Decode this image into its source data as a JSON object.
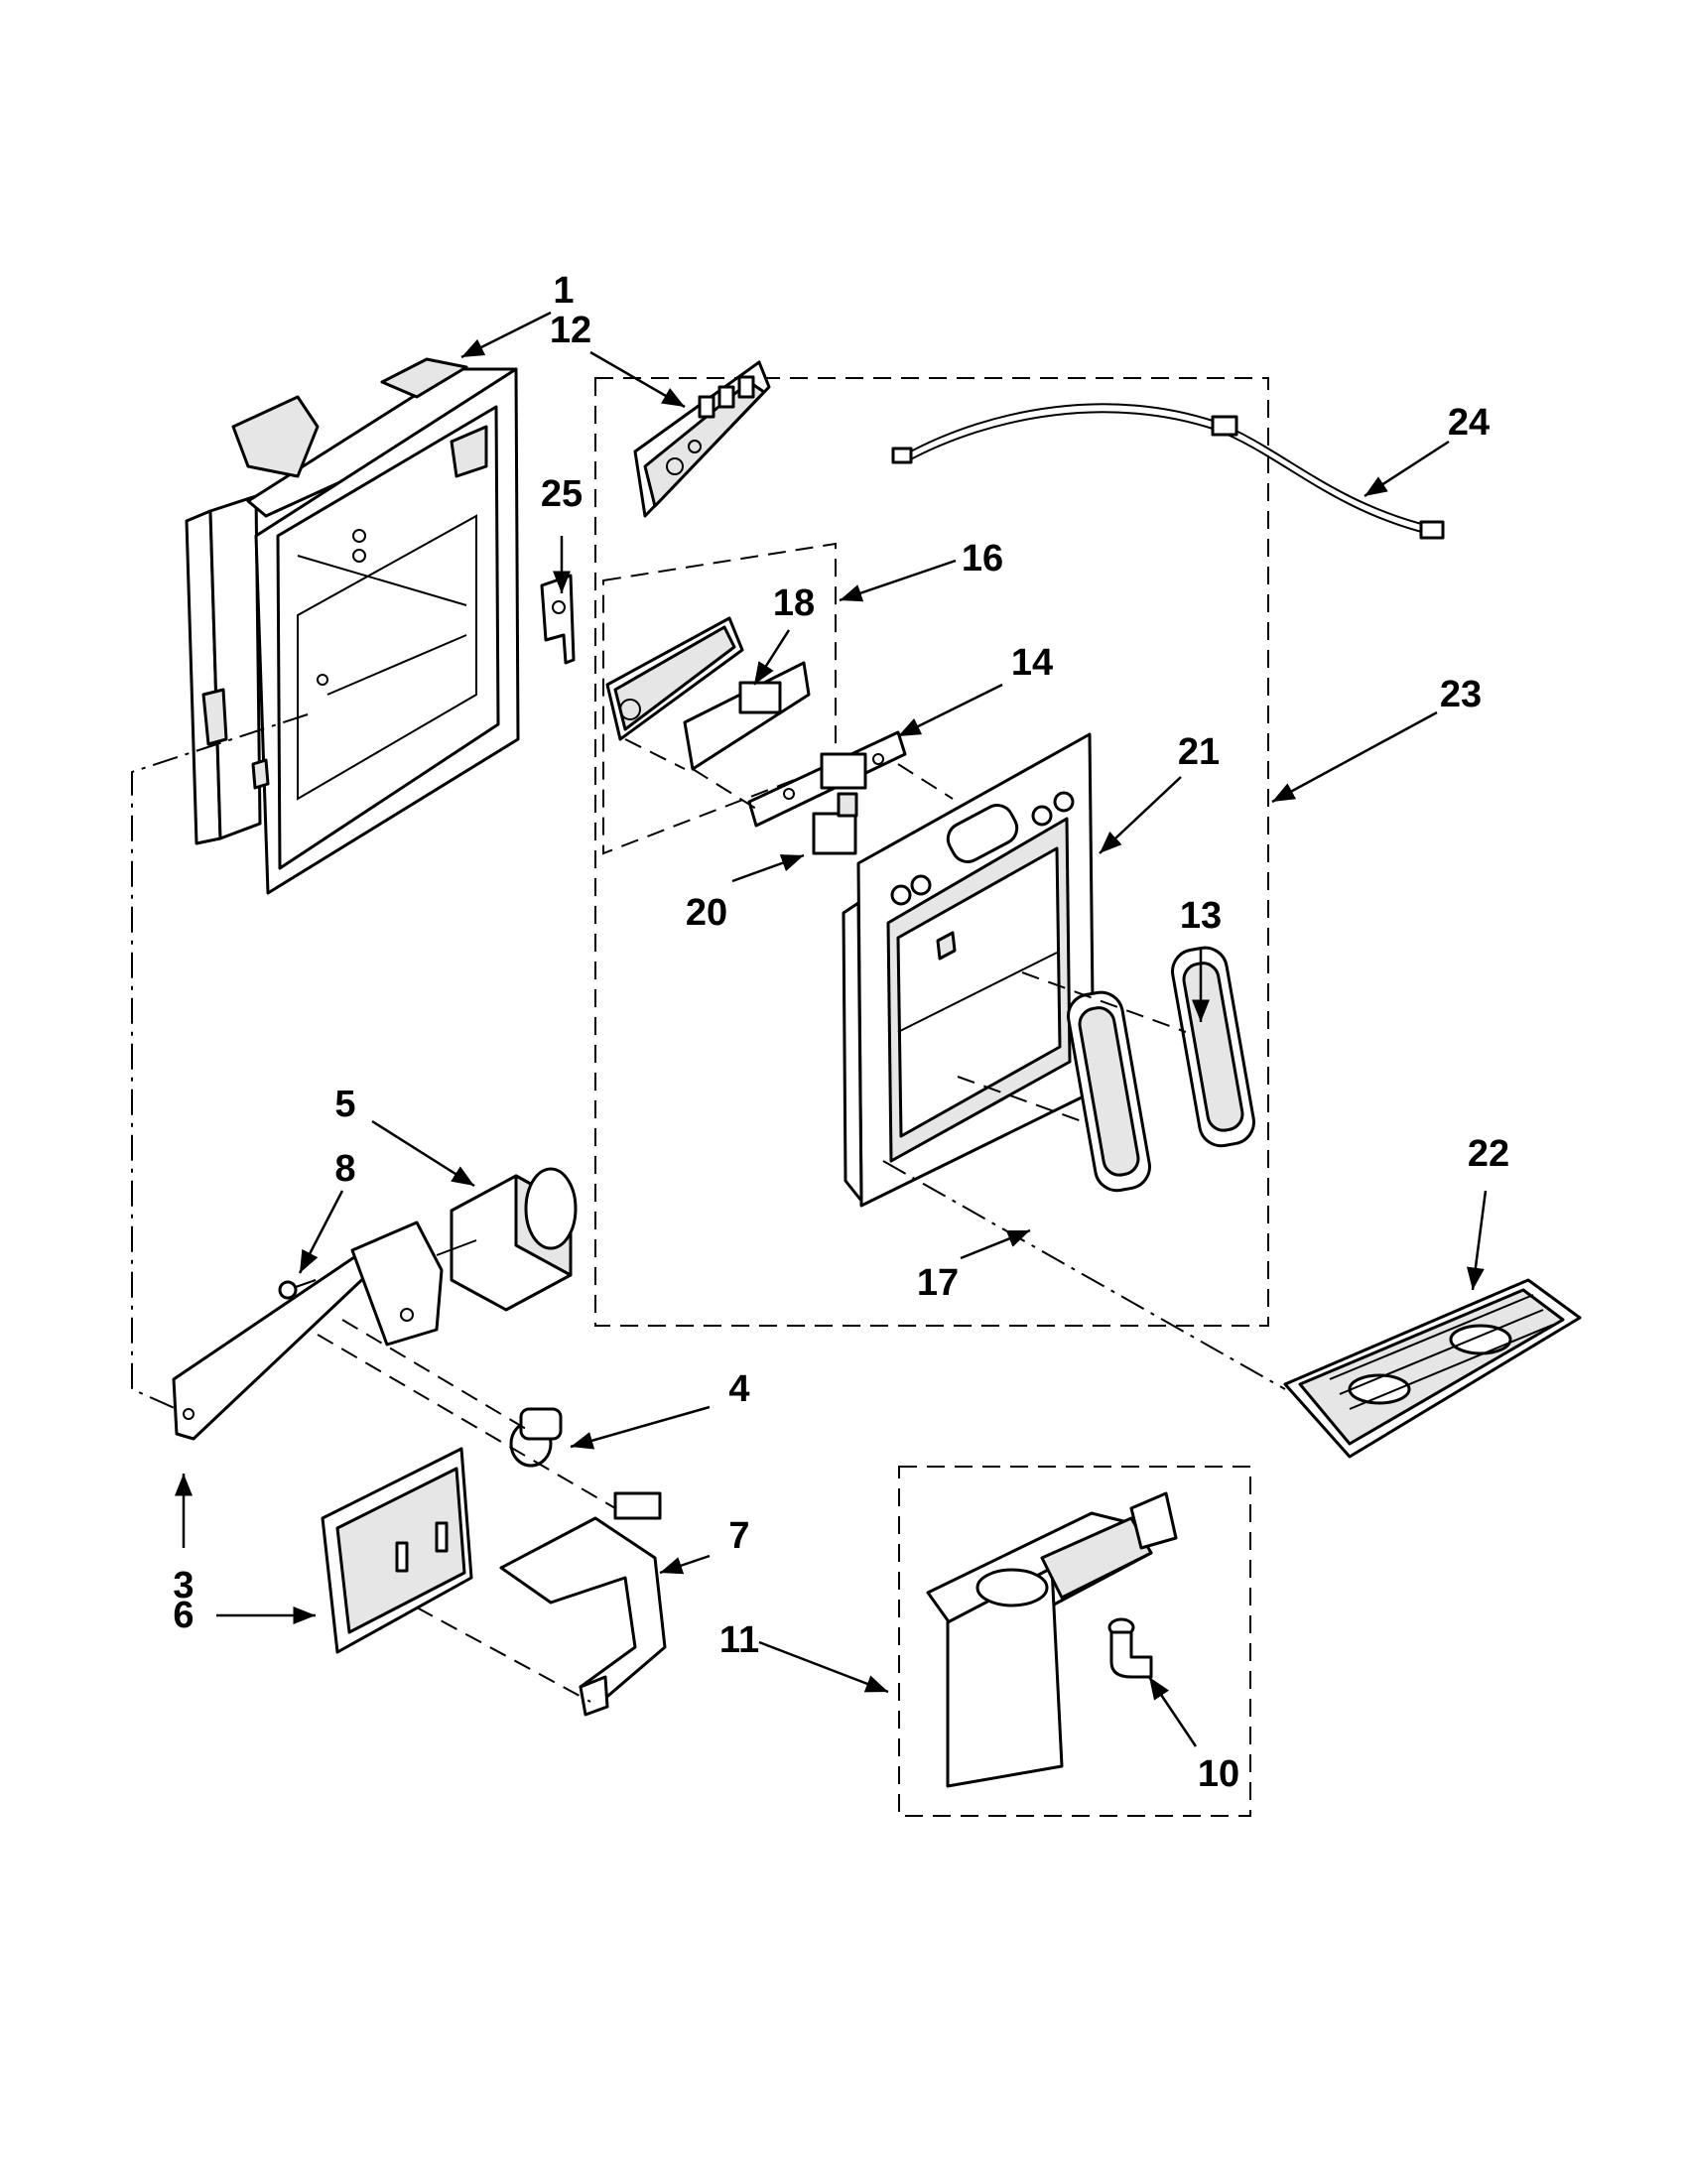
{
  "diagram": {
    "callouts": [
      "1",
      "12",
      "24",
      "25",
      "16",
      "18",
      "14",
      "23",
      "21",
      "20",
      "13",
      "5",
      "8",
      "22",
      "4",
      "17",
      "3",
      "7",
      "6",
      "11",
      "10"
    ]
  }
}
